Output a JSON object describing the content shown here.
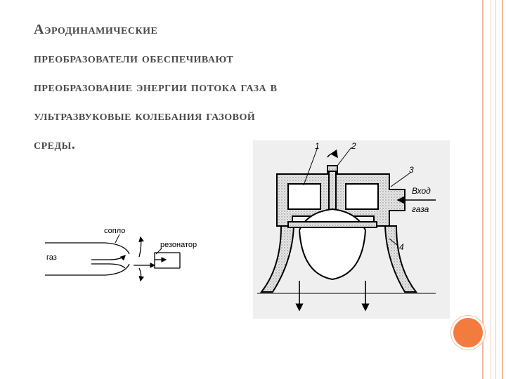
{
  "slide": {
    "title_lines": [
      "Аэродинамические",
      "преобразователи обеспечивают",
      "преобразование энергии потока газа в",
      "ультразвуковые колебания газовой",
      "среды."
    ]
  },
  "diagram_left": {
    "label_nozzle": "сопло",
    "label_resonator": "резонатор",
    "label_gas": "газ"
  },
  "diagram_right": {
    "label_1": "1",
    "label_2": "2",
    "label_3": "3",
    "label_4": "4",
    "label_inlet_1": "Вход",
    "label_inlet_2": "газа"
  },
  "colors": {
    "accent_orange": "#f47b3e",
    "border_pink": "#f3b9a3",
    "text_gray": "#4a4a4a"
  }
}
